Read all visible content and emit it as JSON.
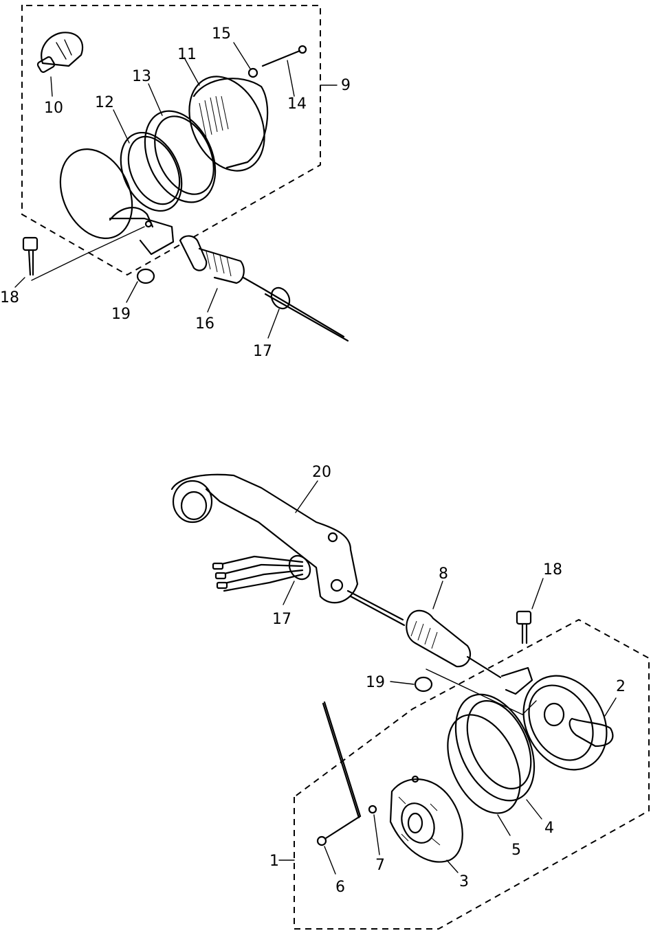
{
  "parts": [
    {
      "id": "callout-1",
      "text": "1"
    },
    {
      "id": "callout-2",
      "text": "2"
    },
    {
      "id": "callout-3",
      "text": "3"
    },
    {
      "id": "callout-4",
      "text": "4"
    },
    {
      "id": "callout-5",
      "text": "5"
    },
    {
      "id": "callout-6",
      "text": "6"
    },
    {
      "id": "callout-7",
      "text": "7"
    },
    {
      "id": "callout-8",
      "text": "8"
    },
    {
      "id": "callout-9",
      "text": "9"
    },
    {
      "id": "callout-10",
      "text": "10"
    },
    {
      "id": "callout-11",
      "text": "11"
    },
    {
      "id": "callout-12",
      "text": "12"
    },
    {
      "id": "callout-13",
      "text": "13"
    },
    {
      "id": "callout-14",
      "text": "14"
    },
    {
      "id": "callout-15",
      "text": "15"
    },
    {
      "id": "callout-16",
      "text": "16"
    },
    {
      "id": "callout-17a",
      "text": "17"
    },
    {
      "id": "callout-18a",
      "text": "18"
    },
    {
      "id": "callout-19a",
      "text": "19"
    },
    {
      "id": "callout-20",
      "text": "20"
    },
    {
      "id": "callout-17b",
      "text": "17"
    },
    {
      "id": "callout-18b",
      "text": "18"
    },
    {
      "id": "callout-19b",
      "text": "19"
    }
  ]
}
